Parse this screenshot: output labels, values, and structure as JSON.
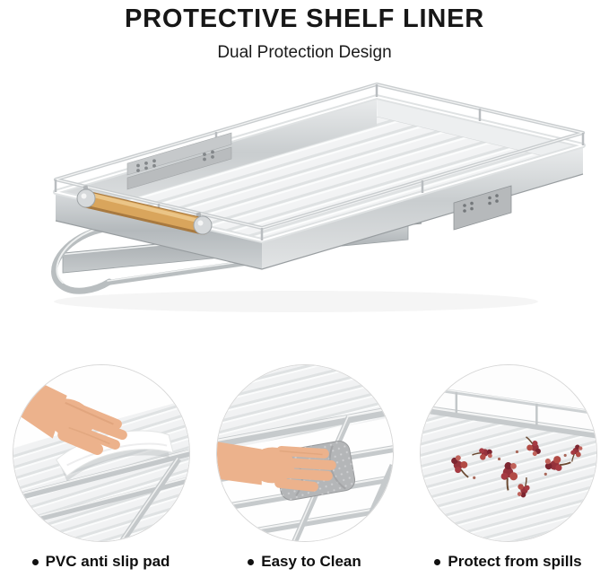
{
  "header": {
    "title": "PROTECTIVE SHELF LINER",
    "subtitle": "Dual Protection Design"
  },
  "hero": {
    "alt": "pull-out wire shelf with protective ribbed liner, wood handle and drawer slides"
  },
  "features": [
    {
      "label": "PVC anti slip pad",
      "photo": "hand-peeling-liner"
    },
    {
      "label": "Easy to Clean",
      "photo": "hand-wiping-with-cloth"
    },
    {
      "label": "Protect from spills",
      "photo": "dried-petals-on-liner"
    }
  ],
  "colors": {
    "background": "#ffffff",
    "text": "#161616",
    "chrome": "#c9cdd0",
    "liner": "#f2f3f4",
    "wood_handle": "#d9a55c",
    "petals": "#96333c"
  }
}
